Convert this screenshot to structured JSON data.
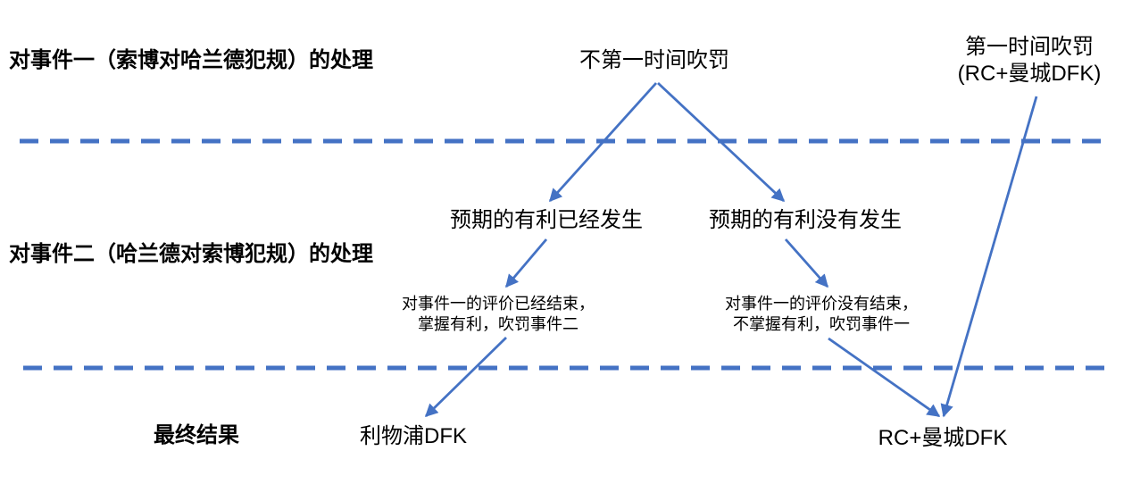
{
  "colors": {
    "accent": "#4472C4",
    "text": "#000000",
    "background": "#FFFFFF"
  },
  "diagram": {
    "section_labels": {
      "event1": "对事件一（索博对哈兰德犯规）的处理",
      "event2": "对事件二（哈兰德对索博犯规）的处理",
      "final": "最终结果"
    },
    "nodes": {
      "not_immediate": {
        "label": "不第一时间吹罚"
      },
      "immediate": {
        "line1": "第一时间吹罚",
        "line2": "(RC+曼城DFK)"
      },
      "advantage_yes": {
        "label": "预期的有利已经发生"
      },
      "advantage_no": {
        "label": "预期的有利没有发生"
      },
      "note_yes": {
        "line1": "对事件一的评价已经结束，",
        "line2": "掌握有利，吹罚事件二"
      },
      "note_no": {
        "line1": "对事件一的评价没有结束，",
        "line2": "不掌握有利，吹罚事件一"
      },
      "result_liverpool": {
        "label": "利物浦DFK"
      },
      "result_city": {
        "label": "RC+曼城DFK"
      }
    },
    "edges": [
      {
        "from": "not_immediate",
        "to": "advantage_yes"
      },
      {
        "from": "not_immediate",
        "to": "advantage_no"
      },
      {
        "from": "advantage_yes",
        "to": "note_yes"
      },
      {
        "from": "advantage_no",
        "to": "note_no"
      },
      {
        "from": "note_yes",
        "to": "result_liverpool"
      },
      {
        "from": "note_no",
        "to": "result_city"
      },
      {
        "from": "immediate",
        "to": "result_city"
      }
    ]
  }
}
